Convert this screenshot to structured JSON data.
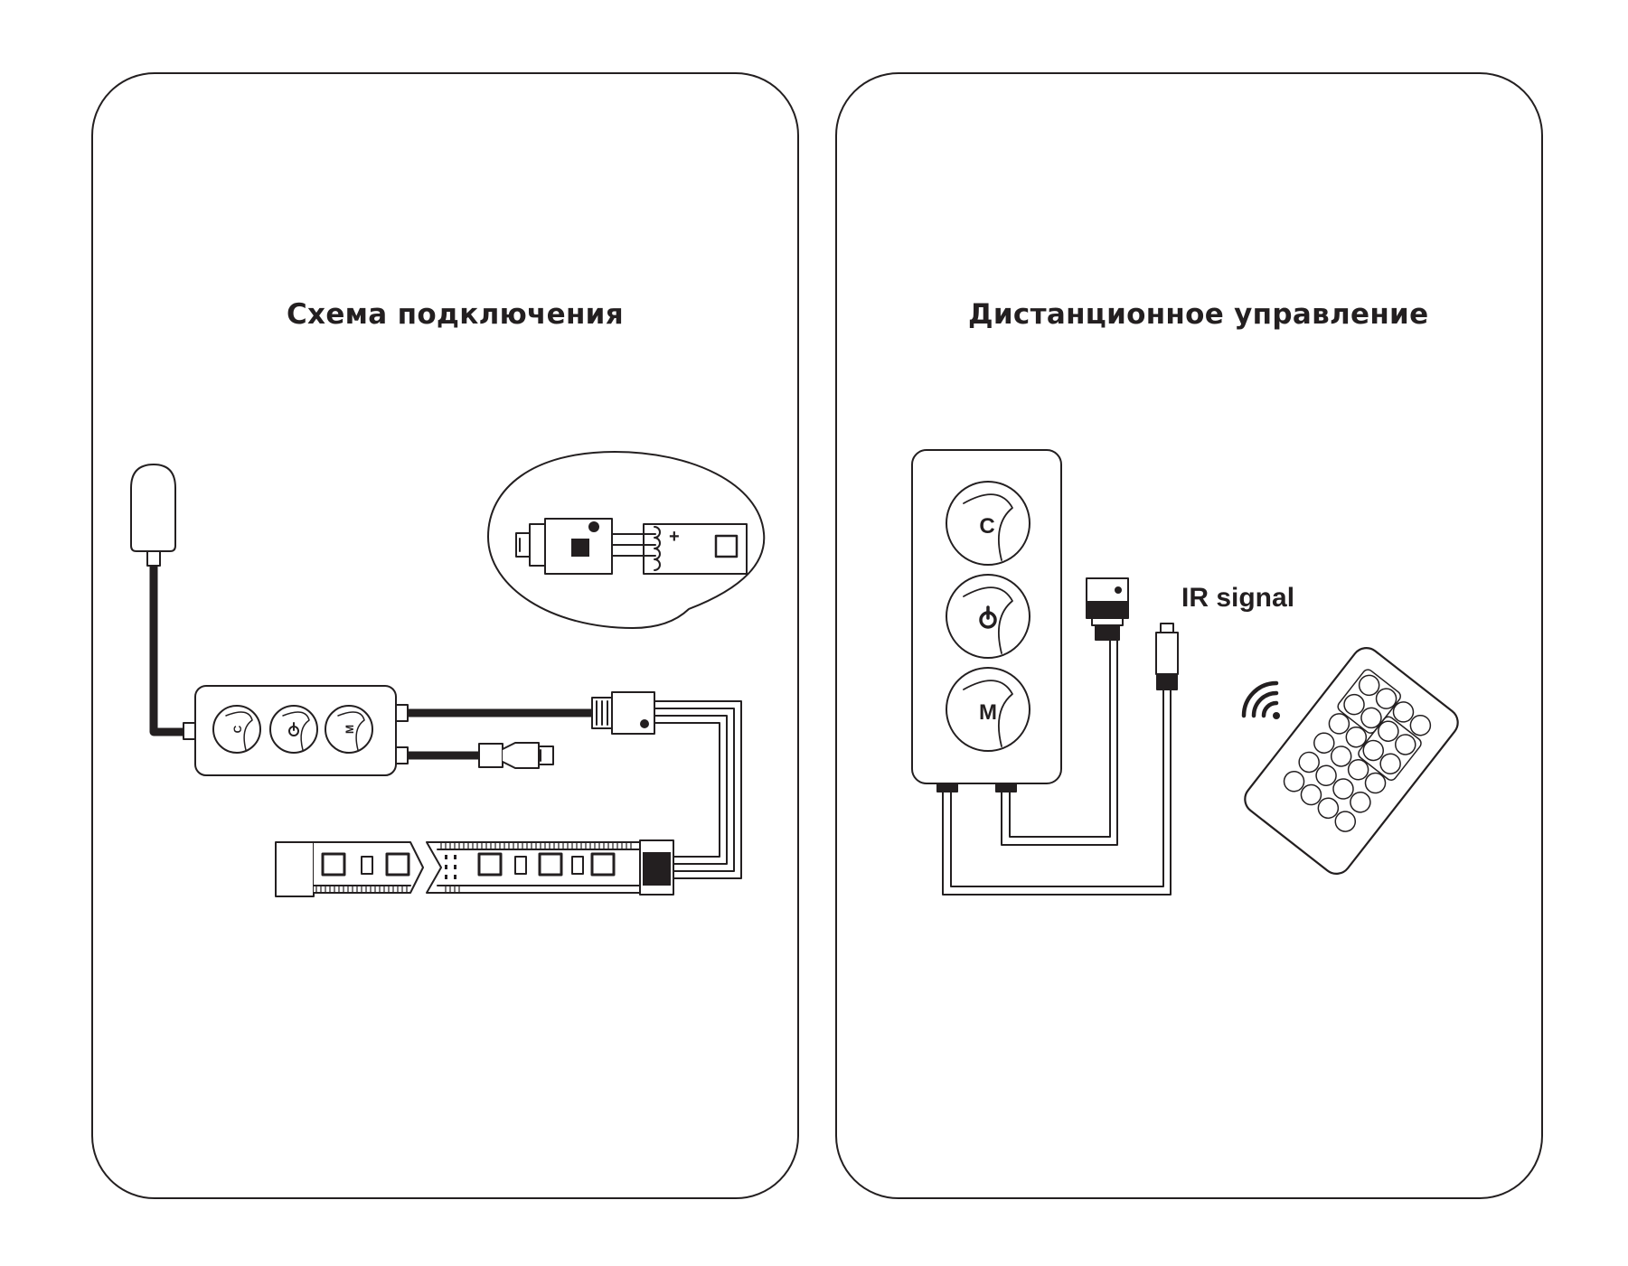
{
  "panels": {
    "left": {
      "title": "Схема подключения"
    },
    "right": {
      "title": "Дистанционное управление"
    }
  },
  "controller_buttons": {
    "c": "C",
    "power": "⏻",
    "m": "M"
  },
  "ir": {
    "label": "IR signal"
  },
  "colors": {
    "line": "#231f20",
    "background": "#ffffff"
  }
}
